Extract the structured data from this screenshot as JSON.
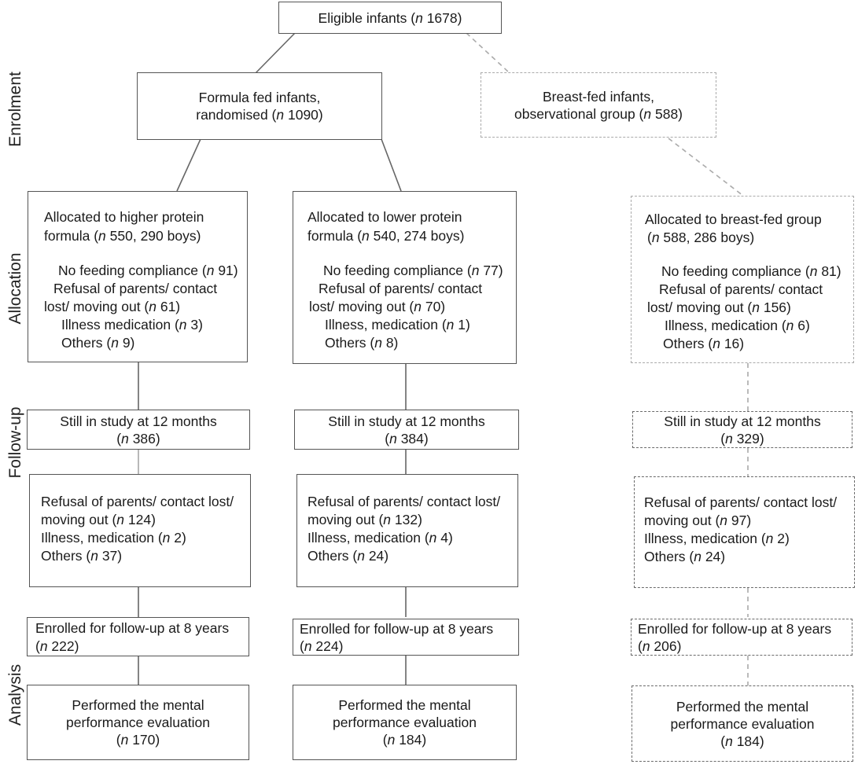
{
  "stages": {
    "enrolment": "Enrolment",
    "allocation": "Allocation",
    "follow_up": "Follow-up",
    "analysis": "Analysis"
  },
  "eligible": {
    "lines": [
      "Eligible infants (",
      "n",
      " 1678)"
    ]
  },
  "formula_fed": {
    "line1": "Formula fed infants,",
    "line2a": "randomised (",
    "n": "n",
    "line2b": " 1090)"
  },
  "breast_fed": {
    "line1": "Breast-fed infants,",
    "line2a": "observational group (",
    "n": "n",
    "line2b": " 588)"
  },
  "allocation": {
    "higher": {
      "l1": "Allocated to higher protein",
      "l2a": "formula (",
      "l2b": " 550, 290 boys)",
      "l3a": "No feeding compliance (",
      "l3b": " 91)",
      "l4": "Refusal of parents/ contact",
      "l5a": "lost/ moving out (",
      "l5b": " 61)",
      "l6a": "Illness medication (",
      "l6b": " 3)",
      "l7a": "Others (",
      "l7b": " 9)"
    },
    "lower": {
      "l1": "Allocated to lower protein",
      "l2a": "formula (",
      "l2b": " 540, 274 boys)",
      "l3a": "No feeding compliance (",
      "l3b": " 77)",
      "l4": "Refusal of parents/ contact",
      "l5a": "lost/ moving out (",
      "l5b": " 70)",
      "l6a": "Illness, medication (",
      "l6b": " 1)",
      "l7a": "Others (",
      "l7b": " 8)"
    },
    "breast": {
      "l1": "Allocated to breast-fed group",
      "l2a": "(",
      "l2b": " 588, 286 boys)",
      "l3a": "No feeding compliance (",
      "l3b": " 81)",
      "l4": "Refusal of parents/ contact",
      "l5a": "lost/ moving out (",
      "l5b": " 156)",
      "l6a": "Illness, medication (",
      "l6b": " 6)",
      "l7a": "Others (",
      "l7b": " 16)"
    }
  },
  "twelve_months": {
    "label": "Still in study at 12 months",
    "higher": {
      "a": "(",
      "b": " 386)"
    },
    "lower": {
      "a": "(",
      "b": " 384)"
    },
    "breast": {
      "a": "(",
      "b": " 329)"
    }
  },
  "dropout": {
    "l1": "Refusal of parents/ contact lost/",
    "higher": {
      "l2a": "moving out (",
      "l2b": " 124)",
      "l3a": "Illness, medication (",
      "l3b": " 2)",
      "l4a": "Others (",
      "l4b": " 37)"
    },
    "lower": {
      "l2a": "moving out (",
      "l2b": " 132)",
      "l3a": "Illness, medication (",
      "l3b": " 4)",
      "l4a": "Others (",
      "l4b": " 24)"
    },
    "breast": {
      "l2a": "moving out (",
      "l2b": " 97)",
      "l3a": "Illness, medication (",
      "l3b": " 2)",
      "l4a": "Others (",
      "l4b": " 24)"
    }
  },
  "eight_years": {
    "label": "Enrolled for follow-up at 8 years",
    "higher": {
      "a": "(",
      "b": " 222)"
    },
    "lower": {
      "a": "(",
      "b": " 224)"
    },
    "breast": {
      "a": "(",
      "b": " 206)"
    }
  },
  "analysis": {
    "l1": "Performed the mental",
    "l2": "performance evaluation",
    "higher": {
      "a": "(",
      "b": " 170)"
    },
    "lower": {
      "a": "(",
      "b": " 184)"
    },
    "breast": {
      "a": "(",
      "b": " 184)"
    }
  },
  "n_symbol": "n"
}
